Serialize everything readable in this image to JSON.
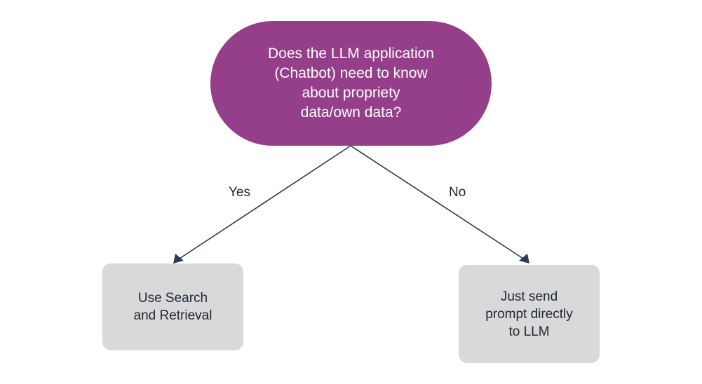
{
  "decision": {
    "lines": [
      "Does the LLM application",
      "(Chatbot) need to know",
      "about propriety",
      "data/own data?"
    ]
  },
  "branches": {
    "yes_label": "Yes",
    "no_label": "No"
  },
  "outcomes": {
    "yes": {
      "lines": [
        "Use Search",
        "and Retrieval"
      ]
    },
    "no": {
      "lines": [
        "Just send",
        "prompt directly",
        "to LLM"
      ]
    }
  },
  "colors": {
    "decision_fill": "#953f8a",
    "outcome_fill": "#d9d9d9",
    "connector": "#2e3a4d",
    "text_dark": "#1e2535"
  }
}
